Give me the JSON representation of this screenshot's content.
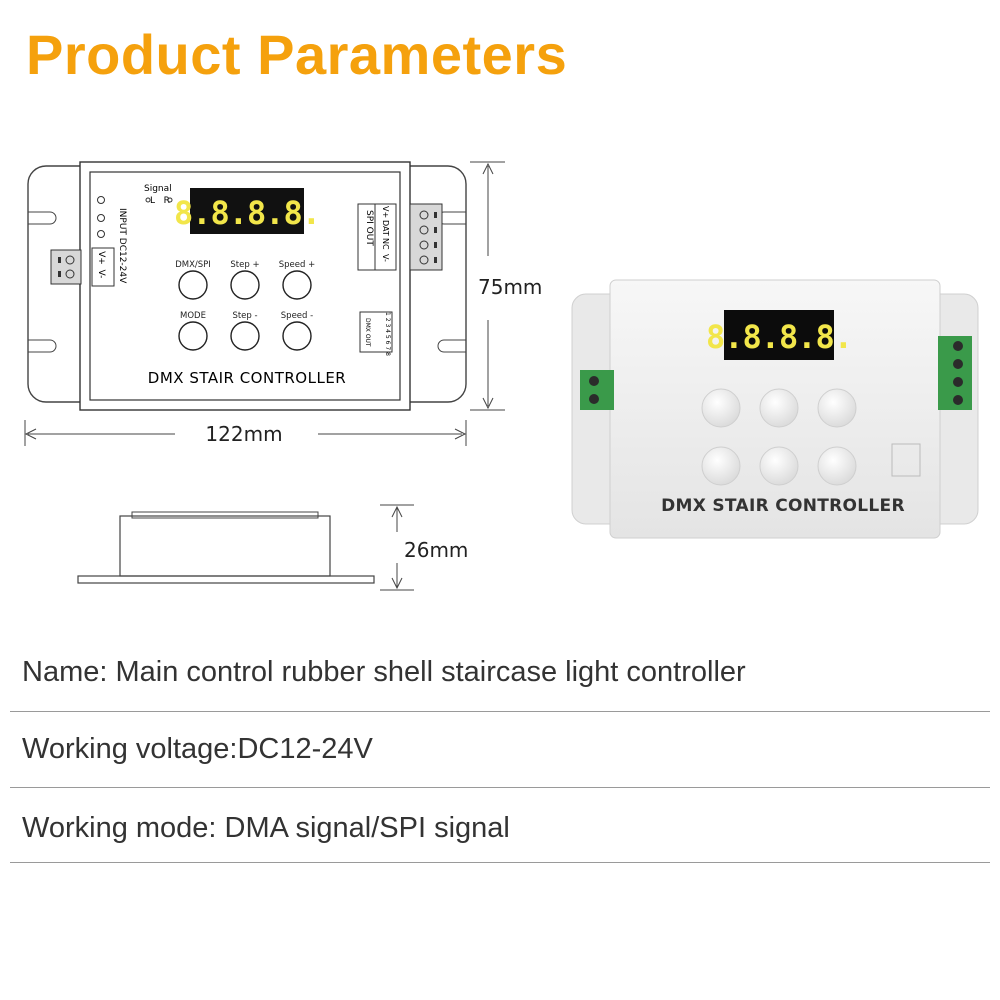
{
  "header": {
    "title": "Product Parameters"
  },
  "drawing": {
    "dim_height": "75mm",
    "dim_width": "122mm",
    "dim_depth": "26mm",
    "device_label": "DMX STAIR CONTROLLER",
    "signal_label": "Signal",
    "signal_options": "L   R",
    "display": "8.8.8.8.",
    "input_label": "INPUT DC12-24V",
    "input_terminals": [
      "V+",
      "V-"
    ],
    "spi_label": "SPI OUT",
    "spi_terminals": [
      "V+",
      "DAT",
      "NC",
      "V-"
    ],
    "dmx_out_label": "DMX OUT",
    "dip_numbers": "1 2 3 4 5 6 7 8",
    "buttons": [
      "DMX/SPI",
      "Step +",
      "Speed +",
      "MODE",
      "Step -",
      "Speed -"
    ]
  },
  "photo": {
    "device_label": "DMX STAIR CONTROLLER",
    "display": "8.8.8.8."
  },
  "params": [
    "Name: Main control rubber shell staircase light controller",
    "Working voltage:DC12-24V",
    "Working mode: DMA signal/SPI signal"
  ],
  "colors": {
    "title": "#f5a10d",
    "display_digits": "#f2e64a",
    "terminal_green": "#3a9a4a"
  }
}
